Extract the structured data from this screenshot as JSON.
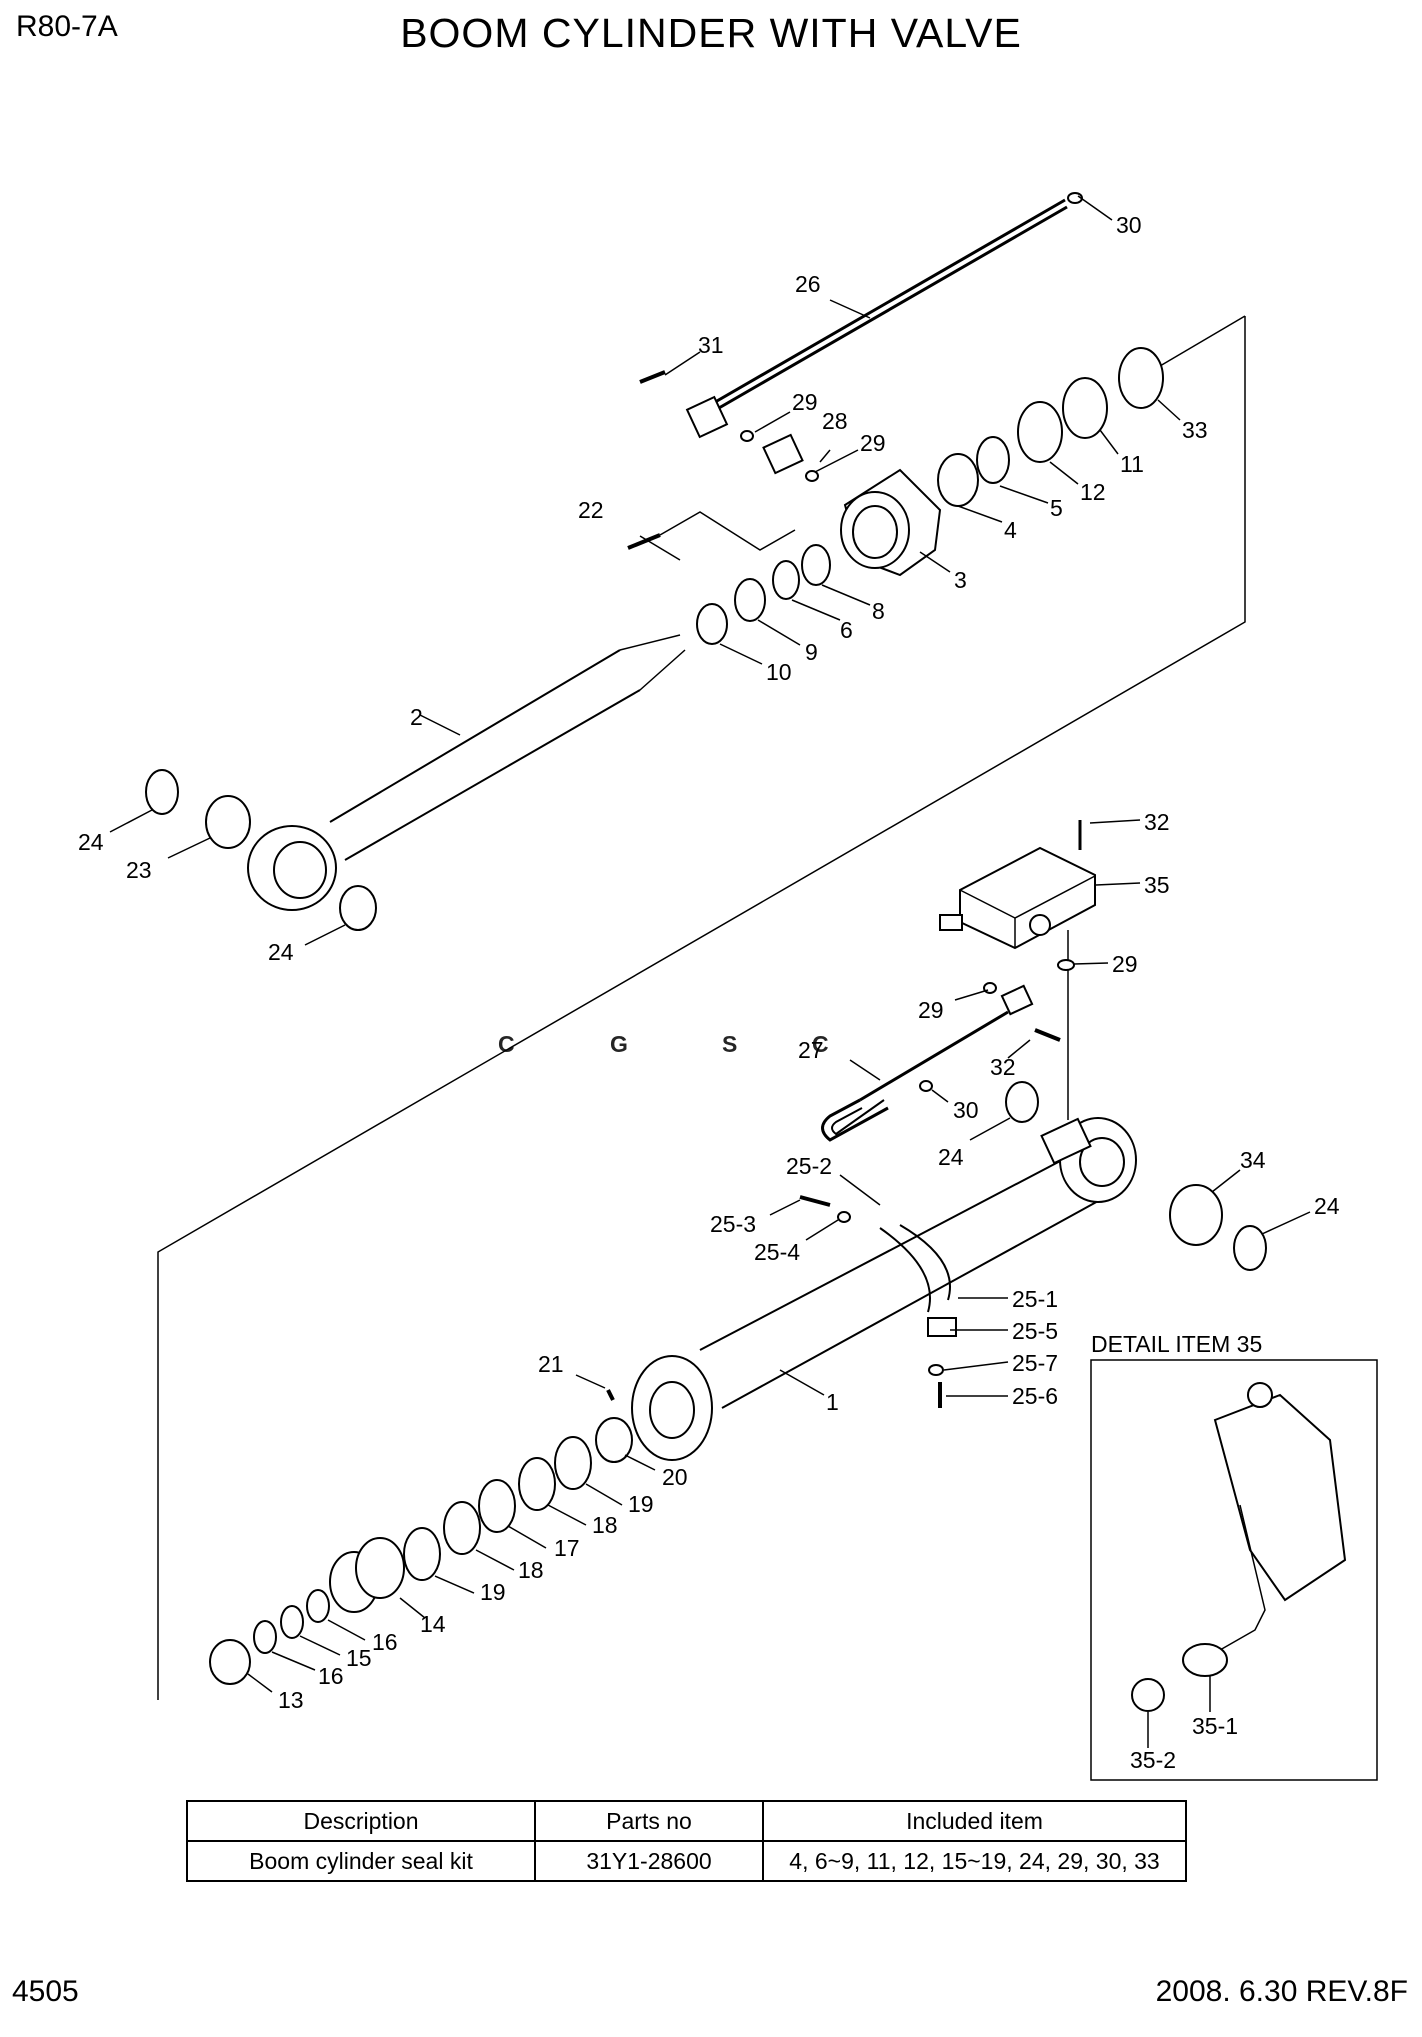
{
  "header": {
    "model": "R80-7A",
    "title": "BOOM CYLINDER WITH VALVE"
  },
  "footer": {
    "page": "4505",
    "revision": "2008. 6.30 REV.8F"
  },
  "watermark": {
    "letters": [
      "C",
      "G",
      "S",
      "C"
    ],
    "colors": [
      "#7aa7ee",
      "#ee8c84",
      "#f6d96c",
      "#7cc8a0"
    ]
  },
  "detail": {
    "title": "DETAIL  ITEM 35"
  },
  "callouts": [
    "30",
    "26",
    "31",
    "29",
    "28",
    "29",
    "33",
    "11",
    "12",
    "5",
    "4",
    "22",
    "3",
    "8",
    "6",
    "9",
    "10",
    "2",
    "24",
    "23",
    "24",
    "32",
    "35",
    "29",
    "29",
    "27",
    "32",
    "30",
    "24",
    "34",
    "24",
    "25-2",
    "25-3",
    "25-4",
    "25-1",
    "25-5",
    "25-7",
    "25-6",
    "21",
    "1",
    "20",
    "19",
    "18",
    "17",
    "18",
    "19",
    "14",
    "16",
    "15",
    "16",
    "13",
    "35-1",
    "35-2"
  ],
  "seal_kit_table": {
    "headers": [
      "Description",
      "Parts no",
      "Included item"
    ],
    "rows": [
      [
        "Boom cylinder seal kit",
        "31Y1-28600",
        "4, 6~9, 11, 12, 15~19, 24, 29, 30, 33"
      ]
    ]
  }
}
